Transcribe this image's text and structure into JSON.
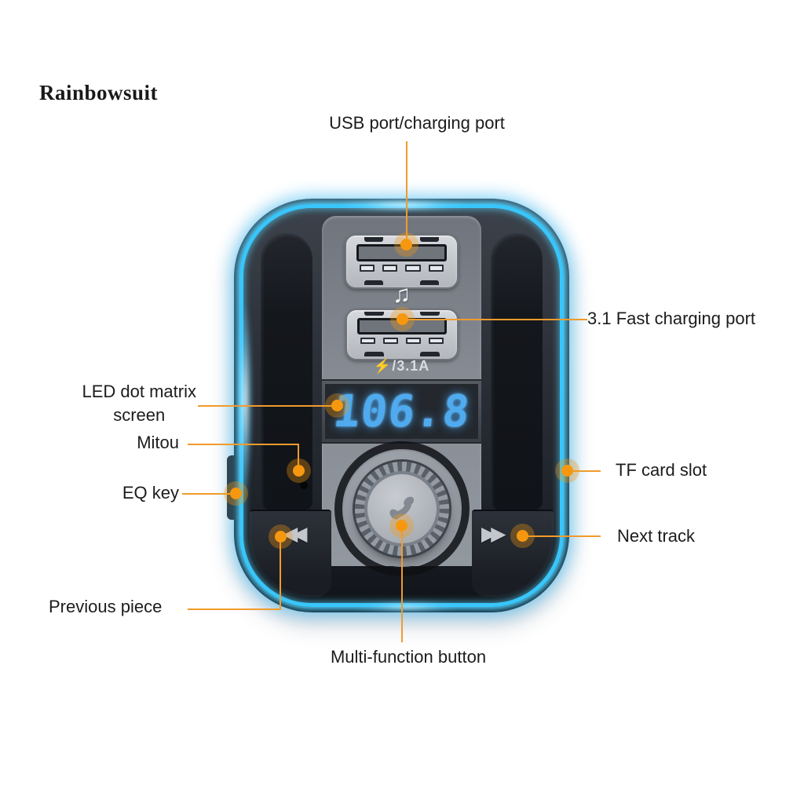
{
  "brand": "Rainbowsuit",
  "device": {
    "screen_value": "106.8",
    "charge_rating": "⚡/3.1A",
    "icons": {
      "music_note": "♫",
      "previous": "◀◀",
      "next": "▶▶"
    }
  },
  "callouts": {
    "usb_port": "USB port/charging port",
    "fast_charging_port": "3.1 Fast charging port",
    "led_screen_line1": "LED dot matrix",
    "led_screen_line2": "screen",
    "microphone": "Mitou",
    "eq_key": "EQ key",
    "previous_track": "Previous piece",
    "multi_function": "Multi-function button",
    "tf_card_slot": "TF card slot",
    "next_track": "Next track"
  },
  "colors": {
    "callout_orange": "#F6980F",
    "callout_line": "#F19B2C",
    "glow_blue": "#38C6FB",
    "digit_blue": "#4FABEE"
  }
}
